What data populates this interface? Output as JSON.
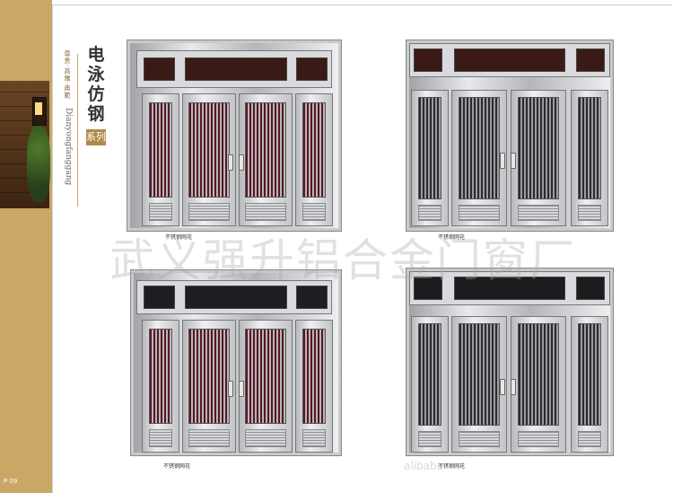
{
  "series": {
    "title": "电泳仿钢",
    "tag": "系列",
    "tagline": "尊贵·高雅·典範",
    "pinyin": "Dianyongfanggang"
  },
  "page_number": "P 09",
  "doors": [
    {
      "caption": "不锈钢网花",
      "style": "red-oval"
    },
    {
      "caption": "不锈钢网花",
      "style": "lantern"
    },
    {
      "caption": "不锈钢网花",
      "style": "flower-grid"
    },
    {
      "caption": "不锈钢网花",
      "style": "arch-grid"
    }
  ],
  "watermark": "武义强升铝合金门窗厂",
  "watermark_site": "alibaba"
}
